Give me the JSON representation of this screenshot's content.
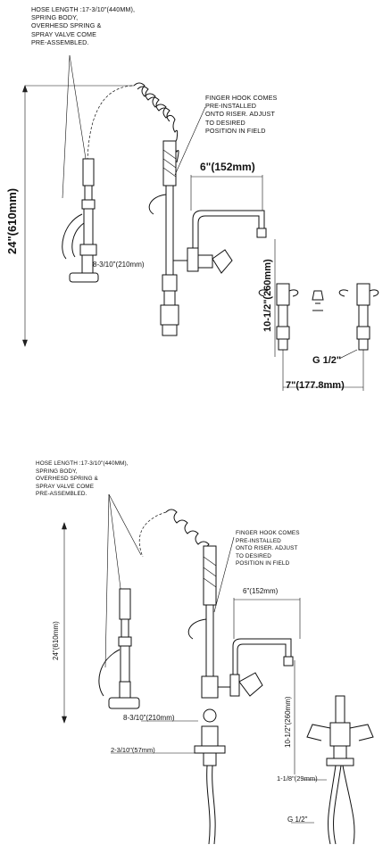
{
  "top": {
    "hose_note": [
      "HOSE LENGTH :17-3/10\"(440mm),",
      "SPRING BODY,",
      "OVERHESD SPRING &",
      "SPRAY VALVE COME",
      "PRE-ASSEMBLED."
    ],
    "hook_note": [
      "FINGER HOOK COMES",
      "PRE-INSTALLED",
      "ONTO RISER. ADJUST",
      "TO DESIRED",
      "POSITION IN FIELD"
    ],
    "dim_height": "24\"(610mm)",
    "dim_spout": "6\"(152mm)",
    "dim_side": "8-3/10\"(210mm)",
    "dim_faucet_height": "10-1/2\"(260mm)",
    "dim_thread": "G 1/2\"",
    "dim_centers": "7\"(177.8mm)"
  },
  "bottom": {
    "hose_note": [
      "HOSE LENGTH :17-3/10\"(440mm),",
      "SPRING BODY,",
      "OVERHESD SPRING &",
      "SPRAY VALVE COME",
      "PRE-ASSEMBLED."
    ],
    "hook_note": [
      "FINGER HOOK COMES",
      "PRE-INSTALLED",
      "ONTO RISER. ADJUST",
      "TO DESIRED",
      "POSITION IN FIELD"
    ],
    "dim_height": "24\"(610mm)",
    "dim_spout": "6\"(152mm)",
    "dim_side": "8-3/10\"(210mm)",
    "dim_faucet_height": "10-1/2\"(260mm)",
    "dim_base": "2-3/10\"(57mm)",
    "dim_shank": "1-1/8\"(29mm)",
    "dim_thread": "G 1/2\""
  }
}
